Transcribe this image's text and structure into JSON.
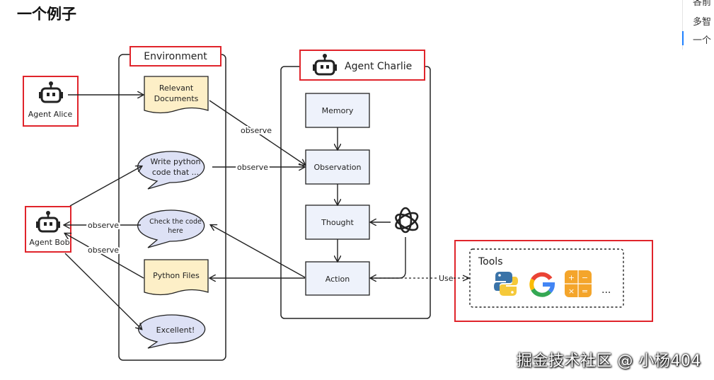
{
  "page": {
    "title": "一个例子",
    "watermark": "掘金技术社区 @ 小杨404"
  },
  "toc": {
    "items": [
      "各前",
      "多智",
      "一个"
    ]
  },
  "diagram": {
    "environment": {
      "label": "Environment"
    },
    "agent_charlie": {
      "label": "Agent Charlie"
    },
    "agent_alice": {
      "label": "Agent Alice"
    },
    "agent_bob": {
      "label": "Agent Bob"
    },
    "docs": {
      "line1": "Relevant",
      "line2": "Documents"
    },
    "bubble_write": {
      "line1": "Write python",
      "line2": "code that ..."
    },
    "bubble_check": {
      "line1": "Check the code",
      "line2": "here"
    },
    "python_files": {
      "label": "Python Files"
    },
    "bubble_excellent": {
      "label": "Excellent!"
    },
    "modules": {
      "memory": "Memory",
      "observation": "Observation",
      "thought": "Thought",
      "action": "Action"
    },
    "edge_labels": {
      "observe": "observe",
      "use": "Use"
    },
    "tools": {
      "title": "Tools",
      "more": "..."
    },
    "colors": {
      "highlight": "#e0242b",
      "doc_fill": "#fdefc7",
      "bubble_fill": "#dde1f5",
      "module_fill": "#eef2fb"
    }
  }
}
